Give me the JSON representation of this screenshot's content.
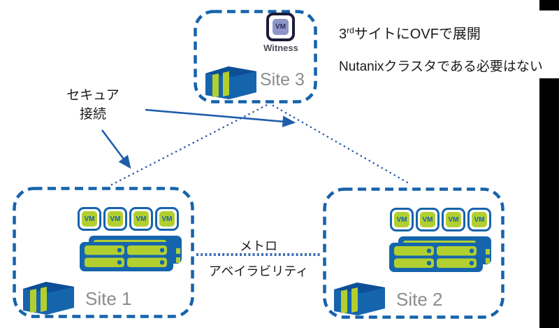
{
  "colors": {
    "site_border_blue": "#1663ac",
    "rack_blue": "#1565ad",
    "vm_green": "#b2cf30",
    "witness_purple": "#8e96c9",
    "witness_outline": "#1b1b3a",
    "dotted_line_blue": "#2e5fa9",
    "metro_line_blue": "#3c6cb5",
    "arrow_blue": "#1e5dab",
    "site_label_gray": "#8d8d8d",
    "text_black": "#1a1a1a"
  },
  "sites": {
    "site1": {
      "label": "Site 1",
      "vm_label": "VM",
      "vm_count": 4
    },
    "site2": {
      "label": "Site 2",
      "vm_label": "VM",
      "vm_count": 4
    },
    "site3": {
      "label": "Site 3",
      "vm_label": "VM",
      "witness_label": "Witness"
    }
  },
  "annotations": {
    "deploy_prefix": "3",
    "deploy_sup": "rd",
    "deploy_rest": "サイトにOVFで展開",
    "cluster_note": "Nutanixクラスタである必要はない",
    "secure_line1": "セキュア",
    "secure_line2": "接続",
    "metro_line1": "メトロ",
    "metro_line2": "アベイラビリティ"
  }
}
